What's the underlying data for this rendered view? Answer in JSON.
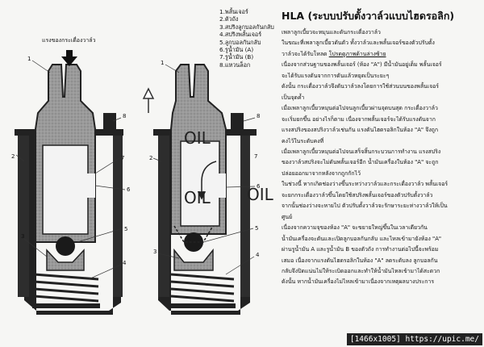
{
  "diagram": {
    "force_label": "แรงของกระเดื่องวาล์ว",
    "oil_labels": [
      "OIL",
      "OIL",
      "OIL"
    ],
    "left_numbers": [
      "1",
      "2",
      "3",
      "4",
      "5",
      "6",
      "7",
      "8"
    ],
    "right_numbers": [
      "1",
      "2",
      "3",
      "4",
      "5",
      "6",
      "7",
      "8"
    ]
  },
  "legend": [
    "1.พลั้นเจอร์",
    "2.ตัวถัง",
    "3.สปริงลูกบอลกันกลับ",
    "4.สปริงพลั้นเจอร์",
    "5.ลูกบอลกันกลับ",
    "6.รูน้ำมัน (A)",
    "7.รูน้ำมัน (B)",
    "8.แหวนล็อก"
  ],
  "article": {
    "title": "HLA (ระบบปรับตั้งวาล์วแบบไฮดรอลิก)",
    "paragraphs": [
      {
        "text": "เพลาลูกเบี้ยวจะหมุนและดันกระเดื่องวาล์ว"
      },
      {
        "text": "ในขณะที่เพลาลูกเบี้ยวดันตัว ทั้งวาล์วและพลั้นเจอร์ของตัวปรับตั้ง"
      },
      {
        "text": "วาล์วจะได้รับโหลด ",
        "link": "โปรดดูภาพด้านล่างซ้าย"
      },
      {
        "text": "เนื่องจากส่วนฐานของพลั้นเจอร์ (ห้อง \"A\") มีน้ำมันอยู่เต็ม พลั้นเจอร์"
      },
      {
        "text": "จะได้รับแรงดันจากการดันแล้วหยุดเป็นระยะๆ"
      },
      {
        "text": "ดังนั้น กระเดื่องวาล์วจึงดันวาล์วลงโดยการใช้ส่วนบนของพลั้นเจอร์"
      },
      {
        "text": "เป็นจุดค้ำ"
      },
      {
        "text": "เมื่อเพลาลูกเบี้ยวหมุนต่อไปจนลูกเบี้ยวผ่านจุดบนสุด กระเดื่องวาล์ว"
      },
      {
        "text": "จะเริ่มยกขึ้น อย่างไรก็ตาม เนื่องจากพลั้นเจอร์จะได้รับแรงดันจาก"
      },
      {
        "text": "แรงสปริงของสปริงวาล์วเช่นกัน แรงดันไฮดรอลิกในห้อง \"A\" จึงถูก"
      },
      {
        "text": "คงไว้ในระดับคงที่"
      },
      {
        "text": "เมื่อเพลาลูกเบี้ยวหมุนต่อไปจนเสร็จสิ้นกระบวนการทำงาน แรงสปริง"
      },
      {
        "text": "ของวาล์วสปริงจะไม่ดันพลั้นเจอร์อีก น้ำมันเครื่องในห้อง \"A\" จะถูก"
      },
      {
        "text": "ปล่อยออกมาจากหลังจากถูกกักไว้"
      },
      {
        "text": "ในช่วงนี้ หากเกิดช่องว่างขึ้นระหว่างวาล์วและกระเดื่องวาล์ว พลั้นเจอร์"
      },
      {
        "text": "จะยกกระเดื่องวาล์วขึ้นโดยใช้สปริงพลั้นเจอร์ของตัวปรับตั้งวาล์ว"
      },
      {
        "text": "จากนั้นช่องว่างจะหายไป ตัวปรับตั้งวาล์วจะรักษาระยะห่างวาล์วให้เป็น"
      },
      {
        "text": "ศูนย์"
      },
      {
        "text": "เนื่องจากความจุของห้อง \"A\" จะขยายใหญ่ขึ้นในเวลาเดียวกัน"
      },
      {
        "text": "น้ำมันเครื่องจะดันและเปิดลูกบอลกันกลับ และไหลเข้ามายังห้อง \"A\""
      },
      {
        "text": "ผ่านรูน้ำมัน A และรูน้ำมัน B ของตัวถัง การทำงานต่อไปนี้จะพร้อม"
      },
      {
        "text": "เสมอ เนื่องจากแรงดันไฮดรอลิกในห้อง \"A\" ลดระดับลง ลูกบอลกัน"
      },
      {
        "text": "กลับจึงปิดแน่นไม่ให้ระเบิดออกและทำให้น้ำมันไหลเข้ามาได้สะดวก"
      },
      {
        "text": "ดังนั้น หากน้ำมันเครื่องไม่ไหลเข้ามาเนื่องจากเหตุผลบางประการ"
      }
    ]
  },
  "watermark": "[1466x1005] https://upic.me/"
}
